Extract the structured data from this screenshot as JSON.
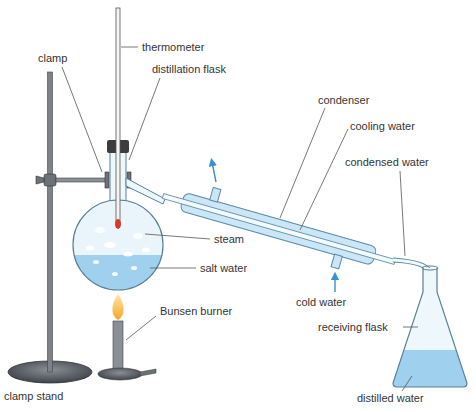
{
  "diagram": {
    "labels": [
      "thermometer",
      "clamp",
      "distillation flask",
      "condenser",
      "cooling water",
      "condensed water",
      "steam",
      "salt water",
      "cold water",
      "receiving flask",
      "Bunsen burner",
      "clamp stand",
      "distilled water"
    ]
  }
}
